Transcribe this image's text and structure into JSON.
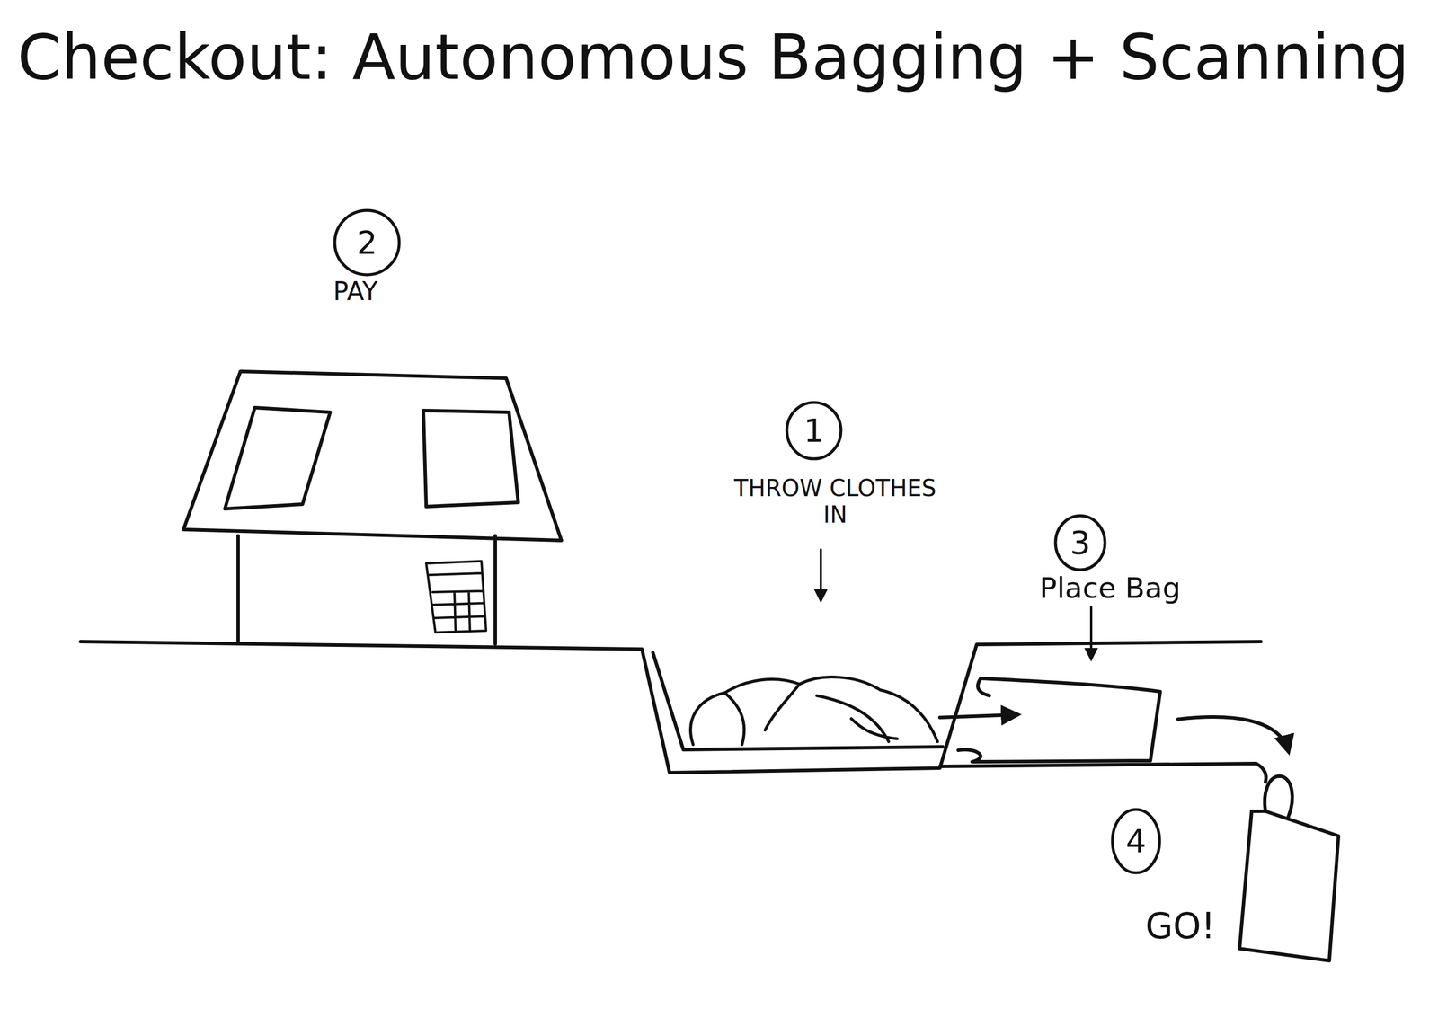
{
  "diagram": {
    "title": "Checkout: Autonomous Bagging + Scanning",
    "nodes": [
      {
        "text": [
          "2"
        ]
      },
      {
        "text": [
          "1"
        ]
      },
      {
        "text": [
          "3"
        ]
      },
      {
        "text": [
          "4"
        ]
      }
    ],
    "labels": [
      "PAY",
      "THROW CLOTHES IN",
      "Place Bag",
      "GO!"
    ]
  }
}
